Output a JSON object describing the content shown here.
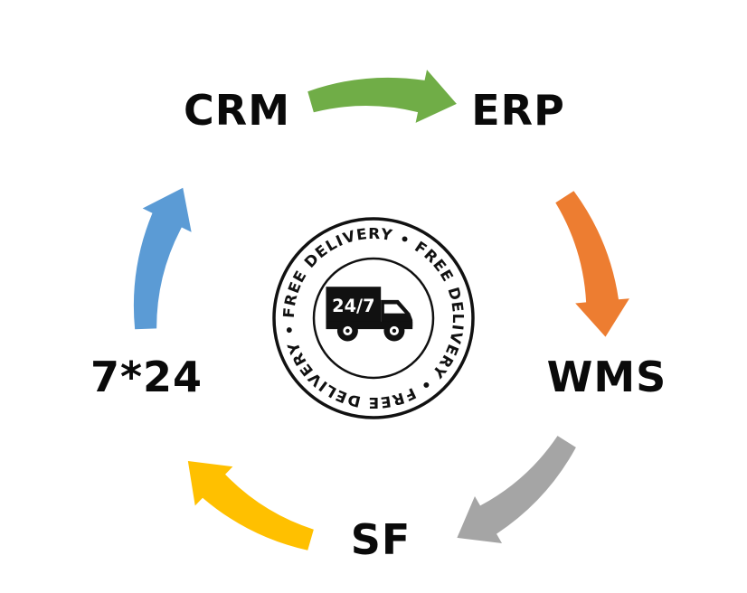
{
  "diagram": {
    "background": "#ffffff",
    "nodes": [
      {
        "id": "crm",
        "label": "CRM"
      },
      {
        "id": "erp",
        "label": "ERP"
      },
      {
        "id": "wms",
        "label": "WMS"
      },
      {
        "id": "sf",
        "label": "SF"
      },
      {
        "id": "seven24",
        "label": "7*24"
      }
    ],
    "arrows": [
      {
        "from": "CRM",
        "to": "ERP",
        "color": "#70AD47"
      },
      {
        "from": "ERP",
        "to": "WMS",
        "color": "#ED7D31"
      },
      {
        "from": "WMS",
        "to": "SF",
        "color": "#A5A5A5"
      },
      {
        "from": "SF",
        "to": "7*24",
        "color": "#FFC000"
      },
      {
        "from": "7*24",
        "to": "CRM",
        "color": "#5B9BD5"
      }
    ],
    "badge": {
      "ring_text": "FREE DELIVERY • FREE DELIVERY • FREE DELIVERY •",
      "truck_label": "24/7",
      "ink_color": "#111111"
    }
  }
}
